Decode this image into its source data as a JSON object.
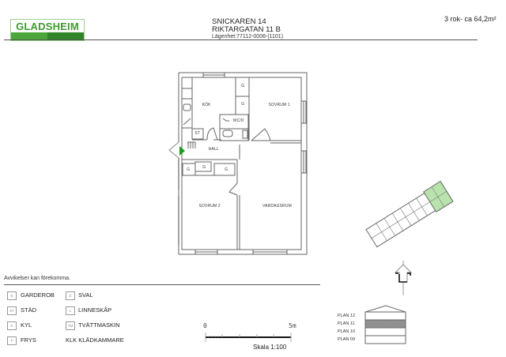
{
  "header": {
    "logo_text": "GLADSHEIM",
    "logo_colors": {
      "text": "#3f9a2f",
      "bar_light": "#4aa63a",
      "bar_dark": "#2f8527"
    },
    "address_line1": "SNICKAREN 14",
    "address_line2": "RIKTARGATAN 11 B",
    "apartment_id": "Lägenhet:77112-0006-(1101)",
    "apartment_size": "3 rok- ca 64,2m²"
  },
  "floorplan": {
    "rooms": {
      "kitchen": "KÖK",
      "bedroom1": "SOVRUM 1",
      "wc": "WC/D",
      "hall": "HALL",
      "bedroom2": "SOVRUM 2",
      "living": "VARDAGSRUM"
    },
    "closet_marks": [
      "G",
      "G",
      "G",
      "G",
      "G"
    ],
    "storage_mark": "ST",
    "entrance_color": "#1a9a1a"
  },
  "disclaimer": "Avvikelser kan förekomma.",
  "legend": [
    {
      "code": "G",
      "label": "GARDEROB"
    },
    {
      "code": "S",
      "label": "SVAL"
    },
    {
      "code": "ST",
      "label": "STÄD"
    },
    {
      "code": "L",
      "label": "LINNESKÅP"
    },
    {
      "code": "K",
      "label": "KYL"
    },
    {
      "code": "TM",
      "label": "TVÄTTMASKIN"
    },
    {
      "code": "F",
      "label": "FRYS"
    },
    {
      "code": "KLK",
      "label": "KLK KLÄDKAMMARE"
    }
  ],
  "scale": {
    "start": "0",
    "end": "5m",
    "label": "Skala 1:100"
  },
  "floors": {
    "items": [
      "PLAN 12",
      "PLAN 11",
      "PLAN 10",
      "PLAN 09"
    ],
    "current": "PLAN 11"
  },
  "keymap": {
    "highlight_color": "#b9e3ad"
  }
}
